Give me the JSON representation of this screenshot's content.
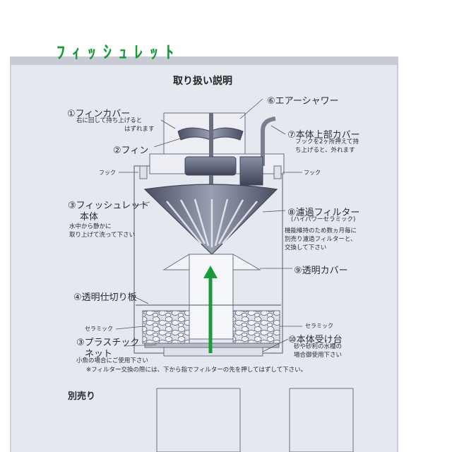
{
  "header": {
    "brand_partial": "ﾌｨｯｼｭﾚｯﾄ",
    "title": "取り扱い説明"
  },
  "parts": {
    "fin_cover": {
      "name": "①フィンカバー",
      "note1": "右に回して持ち上げると",
      "note2": "はずれます"
    },
    "fin": {
      "name": "②フィン"
    },
    "air_shower": {
      "name": "⑥エアーシャワー"
    },
    "top_cover": {
      "name": "⑦本体上部カバー",
      "note1": "フックを2ヶ所押えて持",
      "note2": "ち上げると、外れます"
    },
    "hook_left": {
      "name": "フック"
    },
    "hook_right": {
      "name": "フック"
    },
    "body": {
      "name1": "③フィッシュレット",
      "name2": "本体",
      "note1": "水中から静かに",
      "note2": "取り上げて洗って下さい"
    },
    "filter": {
      "name": "⑧濾過フィルター",
      "sub": "(ハイパワーセラミック)",
      "note1": "機能維持のため数ヵ月毎に",
      "note2": "別売り濾過フィルターと、",
      "note3": "交換して下さい"
    },
    "clear_cover": {
      "name": "⑨透明カバー"
    },
    "divider": {
      "name": "④透明仕切り板"
    },
    "ceramic_left": {
      "name": "セラミック"
    },
    "ceramic_right": {
      "name": "セラミック"
    },
    "net": {
      "name1": "③プラスチック",
      "name2": "ネット",
      "note": "小魚の場合にご使用下さい"
    },
    "base": {
      "name": "⑩本体受け台",
      "note1": "砂や砂利の水槽の",
      "note2": "場合御使用下さい"
    }
  },
  "footnote": "※フィルター交換の際には、下から指でフィルターの先を押してはずして下さい。",
  "bottom": {
    "sold_separately": "別売り"
  },
  "colors": {
    "box": "#e6e8f0",
    "drawing": "#555a6e",
    "arrow": "#1a9a3a",
    "stone": "#d9dbe2"
  }
}
